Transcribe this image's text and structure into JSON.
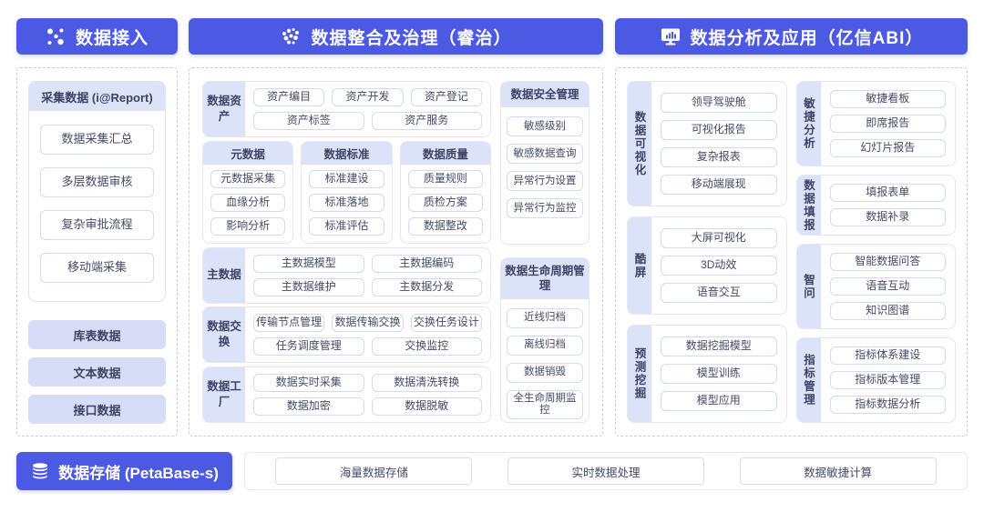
{
  "colors": {
    "accent": "#4c59e2",
    "lavender": "#dce2f8",
    "chip_border": "#d3daf2"
  },
  "headers": {
    "access": {
      "label": "数据接入",
      "icon": "network-dots-icon"
    },
    "governance": {
      "label": "数据整合及治理（睿治）",
      "icon": "dot-cluster-icon"
    },
    "analysis": {
      "label": "数据分析及应用（亿信ABI）",
      "icon": "monitor-chart-icon"
    },
    "storage": {
      "label": "数据存储 (PetaBase-s)",
      "icon": "database-icon"
    }
  },
  "access_panel": {
    "collect": {
      "title": "采集数据 (i@Report)",
      "items": [
        "数据采集汇总",
        "多层数据审核",
        "复杂审批流程",
        "移动端采集"
      ]
    },
    "sources": [
      "库表数据",
      "文本数据",
      "接口数据"
    ]
  },
  "governance_panel": {
    "asset": {
      "label": "数据资产",
      "row1": [
        "资产编目",
        "资产开发",
        "资产登记"
      ],
      "row2": [
        "资产标签",
        "资产服务"
      ]
    },
    "meta_cols": [
      {
        "title": "元数据",
        "items": [
          "元数据采集",
          "血缘分析",
          "影响分析"
        ]
      },
      {
        "title": "数据标准",
        "items": [
          "标准建设",
          "标准落地",
          "标准评估"
        ]
      },
      {
        "title": "数据质量",
        "items": [
          "质量规则",
          "质检方案",
          "数据整改"
        ]
      }
    ],
    "master": {
      "label": "主数据",
      "row1": [
        "主数据模型",
        "主数据编码"
      ],
      "row2": [
        "主数据维护",
        "主数据分发"
      ]
    },
    "exchange": {
      "label": "数据交换",
      "row1": [
        "传输节点管理",
        "数据传输交换",
        "交换任务设计"
      ],
      "row2": [
        "任务调度管理",
        "交换监控"
      ]
    },
    "factory": {
      "label": "数据工厂",
      "row1": [
        "数据实时采集",
        "数据清洗转换"
      ],
      "row2": [
        "数据加密",
        "数据脱敏"
      ]
    },
    "security": {
      "title": "数据安全管理",
      "items": [
        "敏感级别",
        "敏感数据查询",
        "异常行为设置",
        "异常行为监控"
      ]
    },
    "lifecycle": {
      "title": "数据生命周期管理",
      "items": [
        "近线归档",
        "离线归档",
        "数据销毁",
        "全生命周期监控"
      ]
    }
  },
  "analysis_panel": {
    "left_groups": [
      {
        "label": "数据可视化",
        "items": [
          "领导驾驶舱",
          "可视化报告",
          "复杂报表",
          "移动端展现"
        ]
      },
      {
        "label": "酷屏",
        "items": [
          "大屏可视化",
          "3D动效",
          "语音交互"
        ]
      },
      {
        "label": "预测挖掘",
        "items": [
          "数据挖掘模型",
          "模型训练",
          "模型应用"
        ]
      }
    ],
    "right_groups": [
      {
        "label": "敏捷分析",
        "items": [
          "敏捷看板",
          "即席报告",
          "幻灯片报告"
        ]
      },
      {
        "label": "数据填报",
        "items": [
          "填报表单",
          "数据补录"
        ]
      },
      {
        "label": "智问",
        "items": [
          "智能数据问答",
          "语音互动",
          "知识图谱"
        ]
      },
      {
        "label": "指标管理",
        "items": [
          "指标体系建设",
          "指标版本管理",
          "指标数据分析"
        ]
      }
    ]
  },
  "storage_bar": {
    "items": [
      "海量数据存储",
      "实时数据处理",
      "数据敏捷计算"
    ]
  }
}
